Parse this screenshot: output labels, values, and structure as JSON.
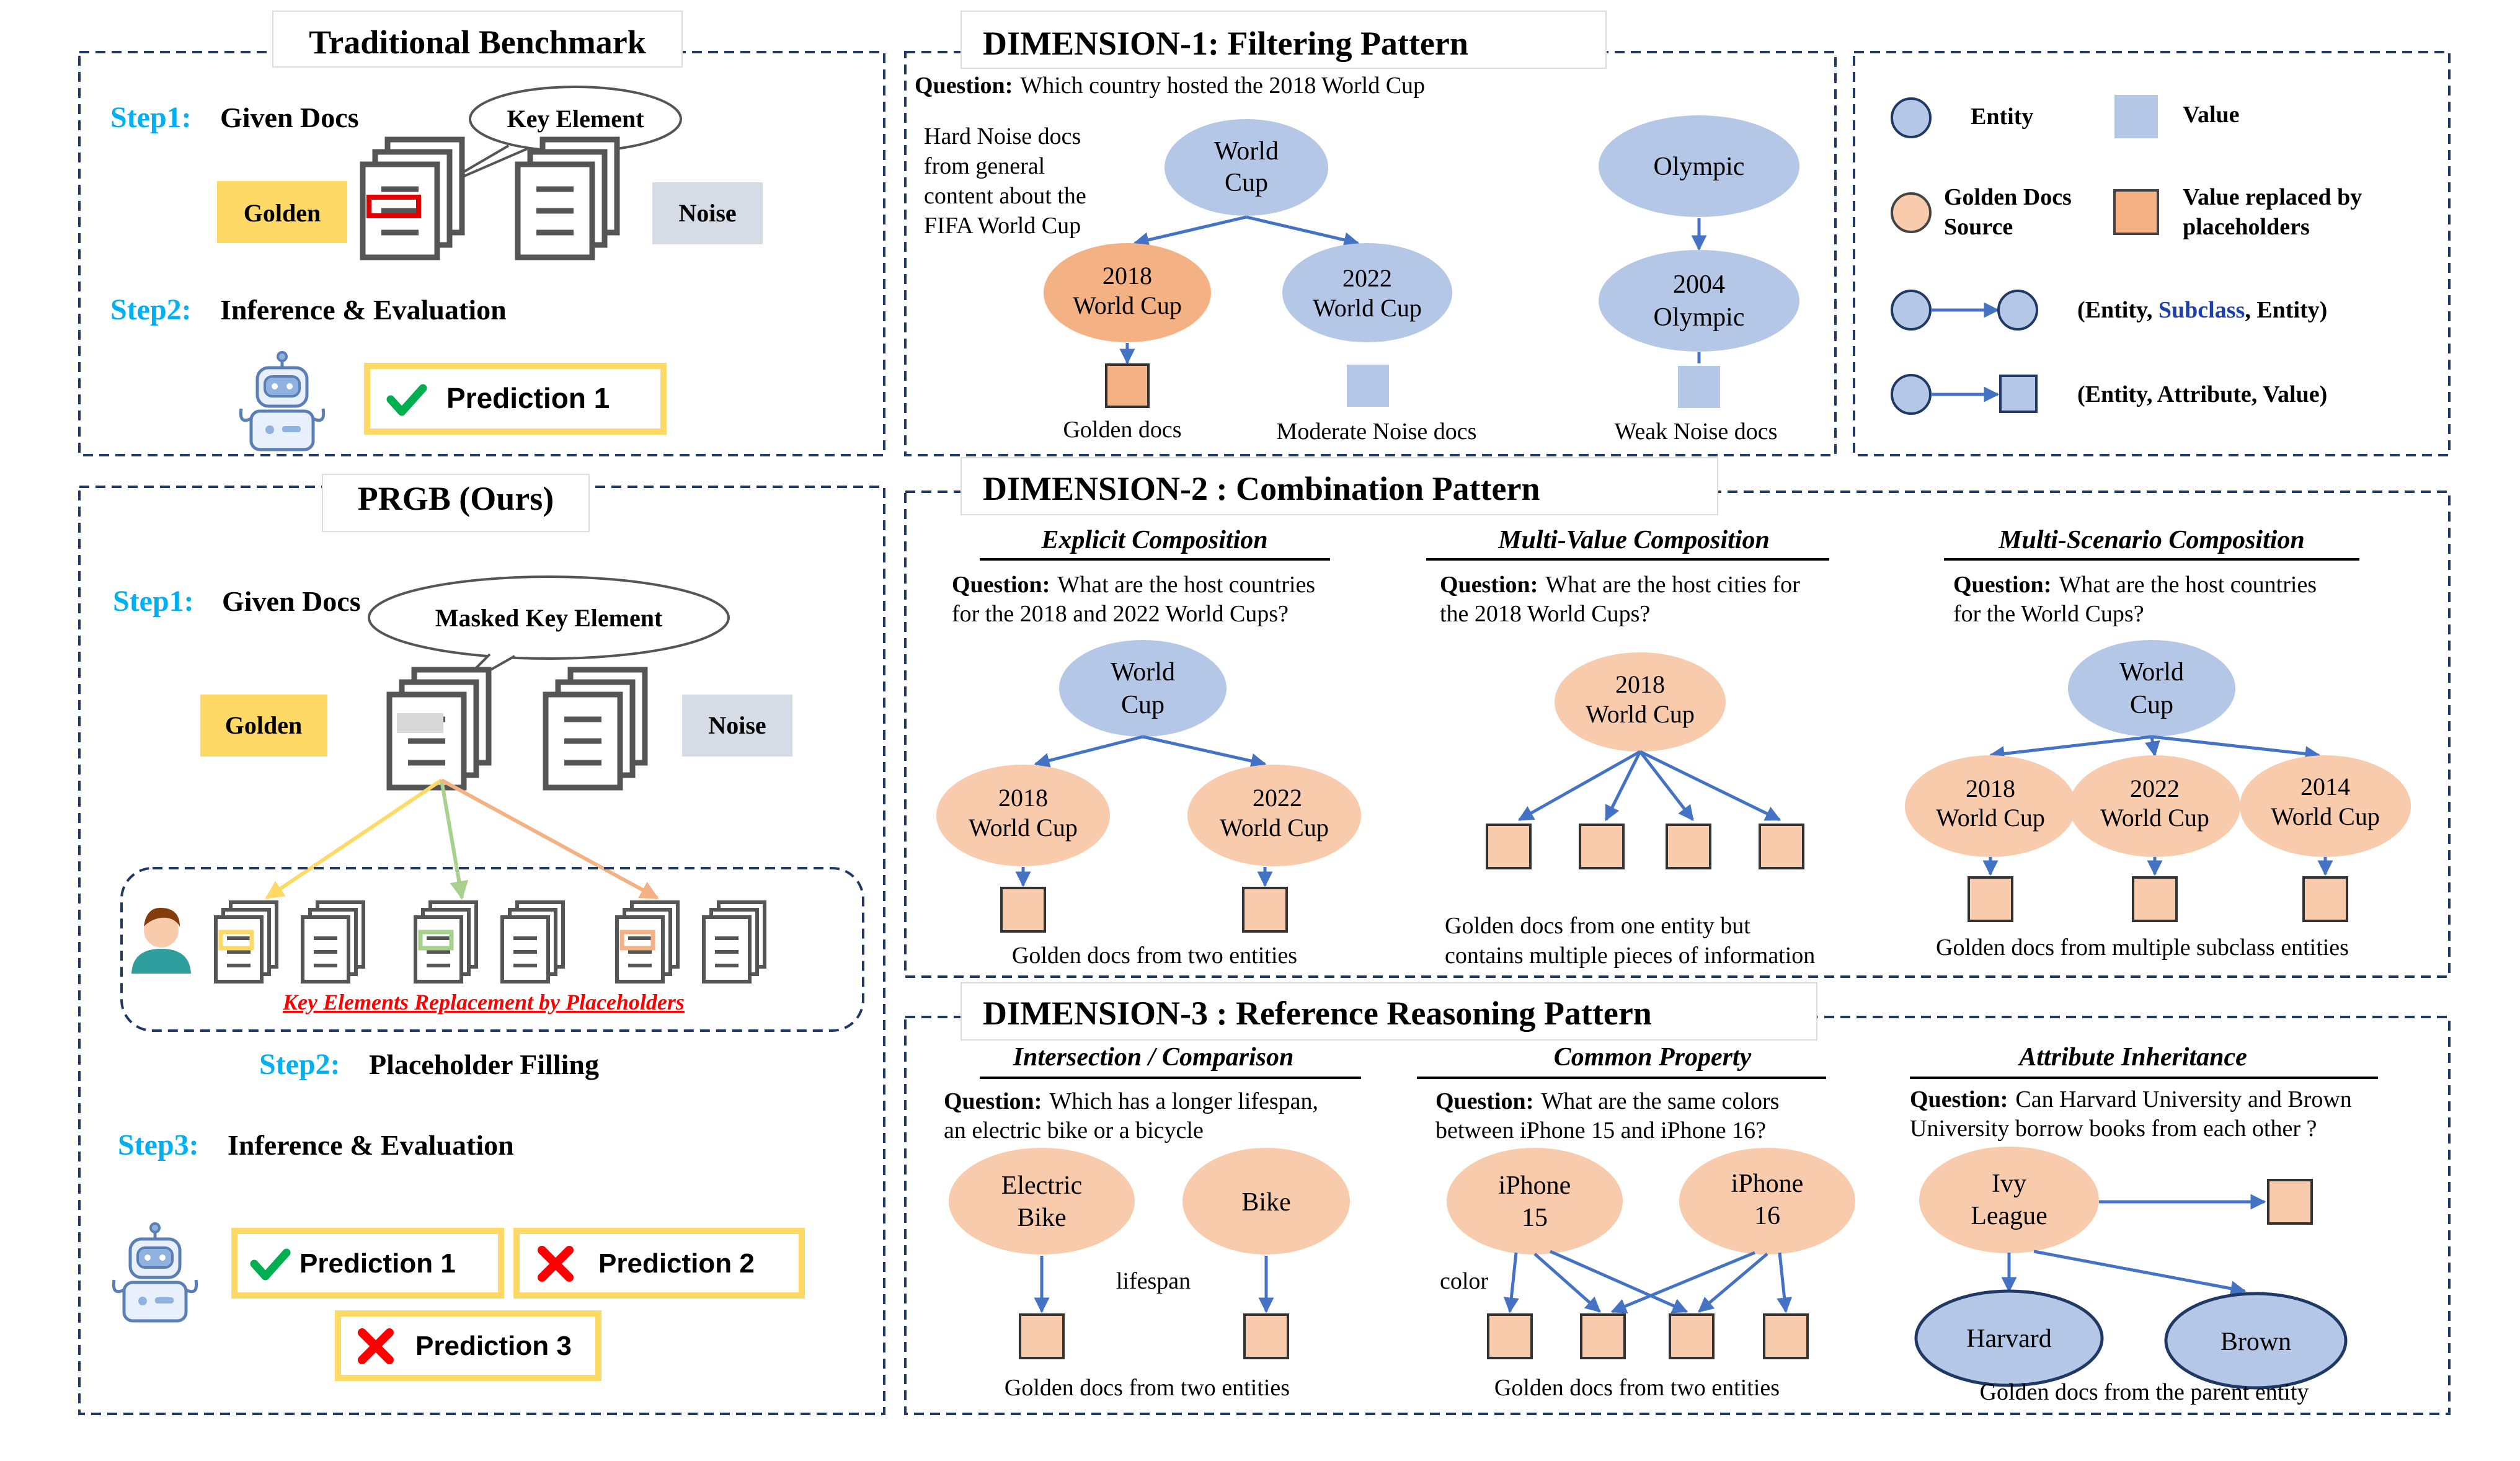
{
  "trad": {
    "title": "Traditional Benchmark",
    "step1_num": "Step1:",
    "step1_text": "Given Docs",
    "key_element": "Key Element",
    "golden": "Golden",
    "noise": "Noise",
    "step2_num": "Step2:",
    "step2_text": "Inference & Evaluation",
    "prediction": "Prediction 1"
  },
  "prgb": {
    "title": "PRGB (Ours)",
    "step1_num": "Step1:",
    "step1_text": "Given Docs",
    "masked_key": "Masked Key Element",
    "golden": "Golden",
    "noise": "Noise",
    "replacement": "Key Elements Replacement by Placeholders",
    "step2_num": "Step2:",
    "step2_text": "Placeholder Filling",
    "step3_num": "Step3:",
    "step3_text": "Inference & Evaluation",
    "pred1": "Prediction 1",
    "pred2": "Prediction 2",
    "pred3": "Prediction 3"
  },
  "dim1": {
    "title": "DIMENSION-1: Filtering Pattern",
    "question_label": "Question:",
    "question": "Which country hosted the 2018 World Cup",
    "hard_noise": [
      "Hard Noise docs",
      "from general",
      "content about the",
      "FIFA World Cup"
    ],
    "world_cup": [
      "World",
      "Cup"
    ],
    "wc2018": [
      "2018",
      "World Cup"
    ],
    "wc2022": [
      "2022",
      "World Cup"
    ],
    "olympic": "Olympic",
    "olympic2004": [
      "2004",
      "Olympic"
    ],
    "golden_docs": "Golden docs",
    "moderate": "Moderate Noise docs",
    "weak": "Weak Noise docs"
  },
  "legend": {
    "entity": "Entity",
    "value": "Value",
    "golden_source": [
      "Golden Docs",
      "Source"
    ],
    "value_replaced": [
      "Value replaced by",
      "placeholders"
    ],
    "subclass_pre": "(Entity, ",
    "subclass_word": "Subclass",
    "subclass_post": ", Entity)",
    "attribute": "(Entity, Attribute, Value)"
  },
  "dim2": {
    "title": "DIMENSION-2 : Combination Pattern",
    "explicit": {
      "heading": "Explicit Composition",
      "q_label": "Question:",
      "q_rest": "What are the host countries",
      "q_line2": "for the 2018 and 2022 World Cups?",
      "root": [
        "World",
        "Cup"
      ],
      "left": [
        "2018",
        "World Cup"
      ],
      "right": [
        "2022",
        "World Cup"
      ],
      "caption": "Golden docs from two entities"
    },
    "multivalue": {
      "heading": "Multi-Value Composition",
      "q_label": "Question:",
      "q_rest": "What are the host cities for",
      "q_line2": "the 2018 World Cups?",
      "root": [
        "2018",
        "World Cup"
      ],
      "caption": [
        "Golden docs from one entity but",
        "contains multiple pieces of information"
      ]
    },
    "multiscenario": {
      "heading": "Multi-Scenario Composition",
      "q_label": "Question:",
      "q_rest": "What are the host countries",
      "q_line2": "for the World Cups?",
      "root": [
        "World",
        "Cup"
      ],
      "a": [
        "2018",
        "World Cup"
      ],
      "b": [
        "2022",
        "World Cup"
      ],
      "c": [
        "2014",
        "World Cup"
      ],
      "caption": "Golden docs from multiple subclass entities"
    }
  },
  "dim3": {
    "title": "DIMENSION-3 : Reference Reasoning Pattern",
    "intersection": {
      "heading": "Intersection / Comparison",
      "q_label": "Question:",
      "q_rest": "Which has a longer lifespan,",
      "q_line2": "an electric bike or a bicycle",
      "e1": [
        "Electric",
        "Bike"
      ],
      "e2": "Bike",
      "edge": "lifespan",
      "caption": "Golden docs from two entities"
    },
    "common": {
      "heading": "Common Property",
      "q_label": "Question:",
      "q_rest": "What are the same colors",
      "q_line2": "between iPhone 15 and iPhone 16?",
      "e1": [
        "iPhone",
        "15"
      ],
      "e2": [
        "iPhone",
        "16"
      ],
      "edge": "color",
      "caption": "Golden docs from two entities"
    },
    "inheritance": {
      "heading": "Attribute Inheritance",
      "q_label": "Question:",
      "q_rest": "Can Harvard University and Brown",
      "q_line2": "University borrow books from each other ?",
      "parent": [
        "Ivy",
        "League"
      ],
      "c1": "Harvard",
      "c2": "Brown",
      "caption": "Golden docs from the parent entity"
    }
  },
  "colors": {
    "entity": "#b4c7e7",
    "golden_entity": "#f8cbad",
    "golden_dark": "#f4b183",
    "arrow": "#4472c4",
    "step": "#00b0f0",
    "golden_box": "#ffd966",
    "noise_box": "#d6dce5",
    "pred_border": "#ffd966",
    "check": "#00b050",
    "cross": "#ff0000",
    "red_text": "#ff0000"
  }
}
